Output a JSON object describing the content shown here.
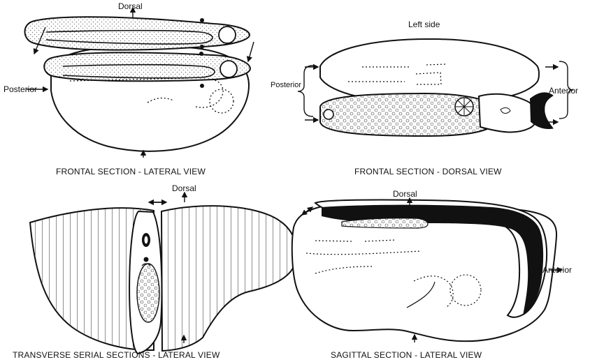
{
  "figure": {
    "panels": [
      {
        "caption": "FRONTAL SECTION - LATERAL VIEW",
        "labels": {
          "dorsal": "Dorsal",
          "posterior": "Posterior"
        }
      },
      {
        "caption": "FRONTAL SECTION - DORSAL VIEW",
        "labels": {
          "left_side": "Left side",
          "posterior": "Posterior",
          "anterior": "Anterior"
        }
      },
      {
        "caption": "TRANSVERSE SERIAL SECTIONS - LATERAL VIEW",
        "labels": {
          "dorsal": "Dorsal"
        }
      },
      {
        "caption": "SAGITTAL SECTION - LATERAL VIEW",
        "labels": {
          "dorsal": "Dorsal",
          "anterior": "Anterior"
        }
      }
    ]
  },
  "colors": {
    "ink": "#111111",
    "paper": "#ffffff",
    "stipple": "#7f7f7f",
    "dark_fill": "#0f0f0f"
  }
}
